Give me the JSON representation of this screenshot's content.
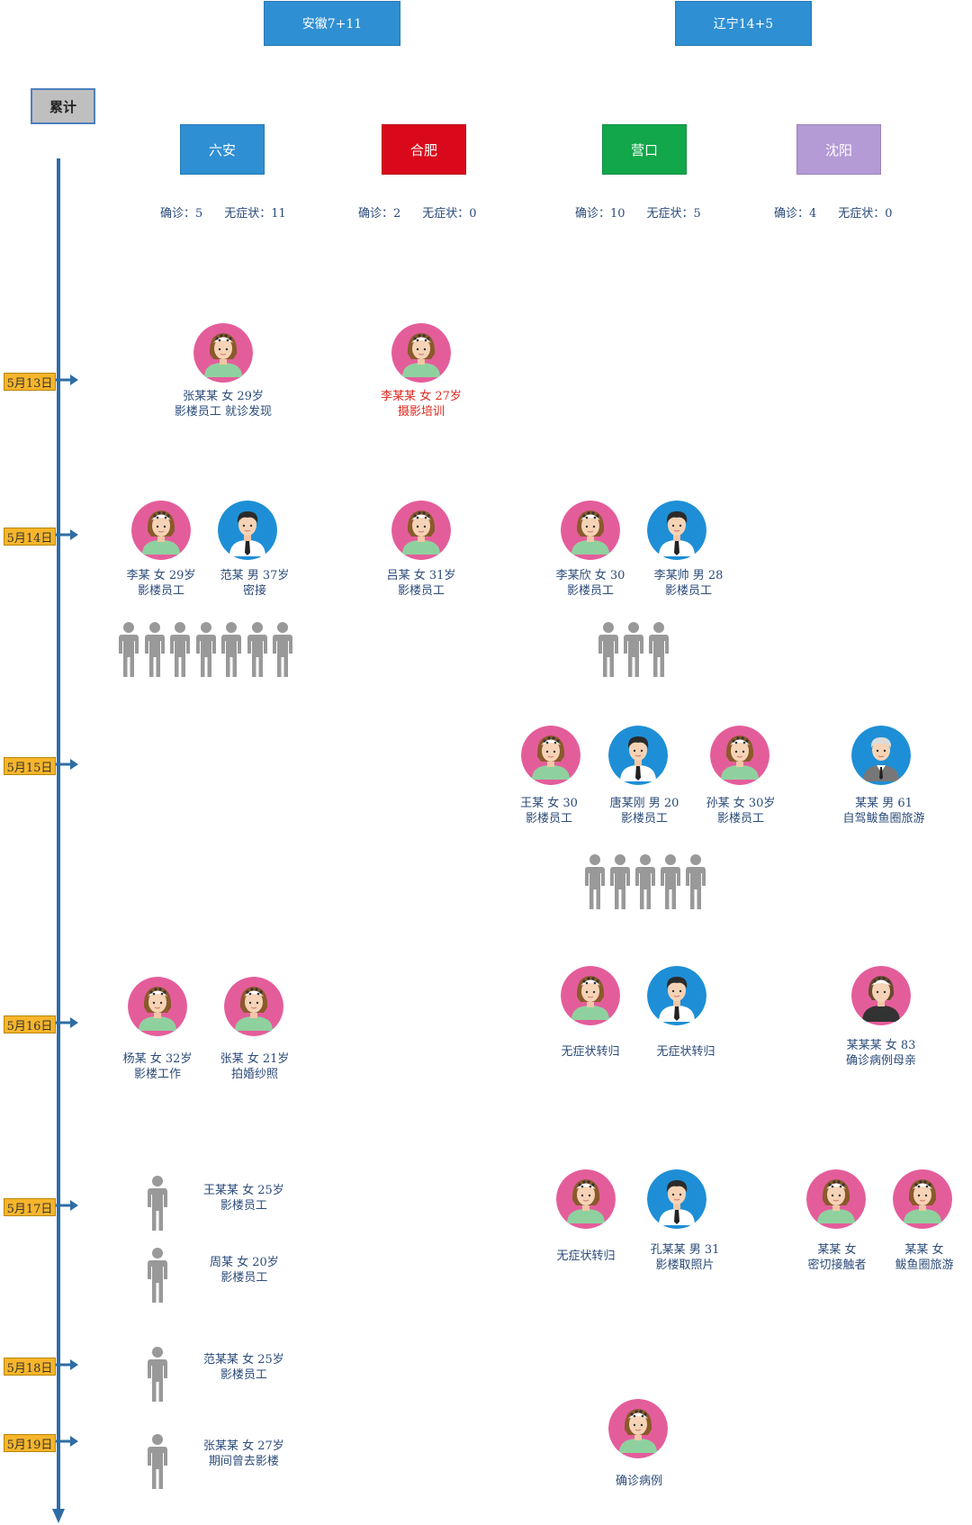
{
  "headers": {
    "anhui": "安徽7+11",
    "liaoning": "辽宁14+5"
  },
  "cumulative_label": "累计",
  "cities": [
    {
      "name": "六安",
      "color": "#2f8fd3",
      "confirmed": "确诊：5",
      "asymptomatic": "无症状：11"
    },
    {
      "name": "合肥",
      "color": "#d9091b",
      "confirmed": "确诊：2",
      "asymptomatic": "无症状：0"
    },
    {
      "name": "营口",
      "color": "#12a74a",
      "confirmed": "确诊：10",
      "asymptomatic": "无症状：5"
    },
    {
      "name": "沈阳",
      "color": "#b49bd6",
      "confirmed": "确诊：4",
      "asymptomatic": "无症状：0"
    }
  ],
  "dates": [
    "5月13日",
    "5月14日",
    "5月15日",
    "5月16日",
    "5月17日",
    "5月18日",
    "5月19日"
  ],
  "colors": {
    "axis": "#2e6da4",
    "female_bg": "#e45d9b",
    "male_bg": "#1e8fd6",
    "group_icon": "#999999"
  },
  "cases": {
    "c1": {
      "line1": "张某某  女  29岁",
      "line2": "影楼员工  就诊发现"
    },
    "c2": {
      "line1": "李某某  女  27岁",
      "line2": "摄影培训"
    },
    "c3": {
      "line1": "李某  女  29岁",
      "line2": "影楼员工"
    },
    "c4": {
      "line1": "范某  男  37岁",
      "line2": "密接"
    },
    "c5": {
      "line1": "吕某  女  31岁",
      "line2": "影楼员工"
    },
    "c6": {
      "line1": "李某欣  女  30",
      "line2": "影楼员工"
    },
    "c7": {
      "line1": "李某帅  男  28",
      "line2": "影楼员工"
    },
    "c8": {
      "line1": "王某  女  30",
      "line2": "影楼员工"
    },
    "c9": {
      "line1": "唐某刚  男  20",
      "line2": "影楼员工"
    },
    "c10": {
      "line1": "孙某  女  30岁",
      "line2": "影楼员工"
    },
    "c11": {
      "line1": "某某  男  61",
      "line2": "自驾鲅鱼圈旅游"
    },
    "c12": {
      "line1": "杨某  女  32岁",
      "line2": "影楼工作"
    },
    "c13": {
      "line1": "张某  女  21岁",
      "line2": "拍婚纱照"
    },
    "c14": {
      "line1": "无症状转归"
    },
    "c15": {
      "line1": "无症状转归"
    },
    "c16": {
      "line1": "某某某  女  83",
      "line2": "确诊病例母亲"
    },
    "c17": {
      "line1": "王某某  女  25岁",
      "line2": "影楼员工"
    },
    "c18": {
      "line1": "周某  女  20岁",
      "line2": "影楼员工"
    },
    "c19": {
      "line1": "无症状转归"
    },
    "c20": {
      "line1": "孔某某  男  31",
      "line2": "影楼取照片"
    },
    "c21": {
      "line1": "某某  女",
      "line2": "密切接触者"
    },
    "c22": {
      "line1": "某某  女",
      "line2": "鲅鱼圈旅游"
    },
    "c23": {
      "line1": "范某某  女  25岁",
      "line2": "影楼员工"
    },
    "c24": {
      "line1": "张某某  女  27岁",
      "line2": "期间曾去影楼"
    },
    "c25": {
      "line1": "确诊病例"
    }
  }
}
